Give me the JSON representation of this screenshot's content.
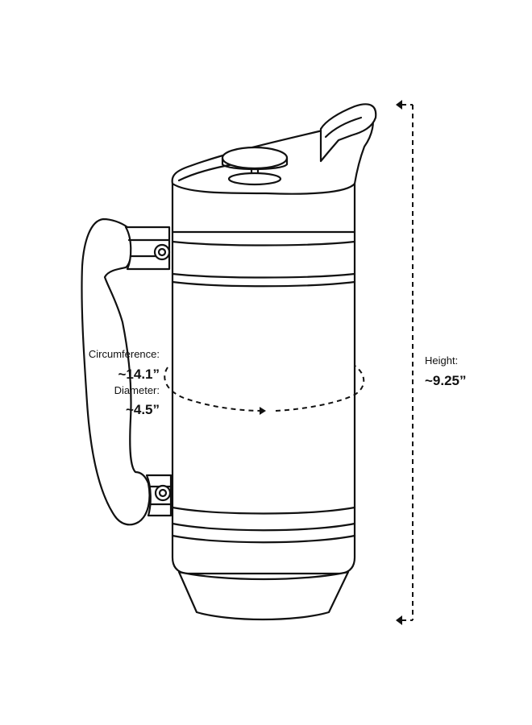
{
  "labels": {
    "circumference_caption": "Circumference:",
    "circumference_value": "~14.1”",
    "diameter_caption": "Diameter:",
    "diameter_value": "~4.5”",
    "height_caption": "Height:",
    "height_value": "~9.25”"
  },
  "colors": {
    "line": "#111111",
    "background": "#ffffff"
  }
}
